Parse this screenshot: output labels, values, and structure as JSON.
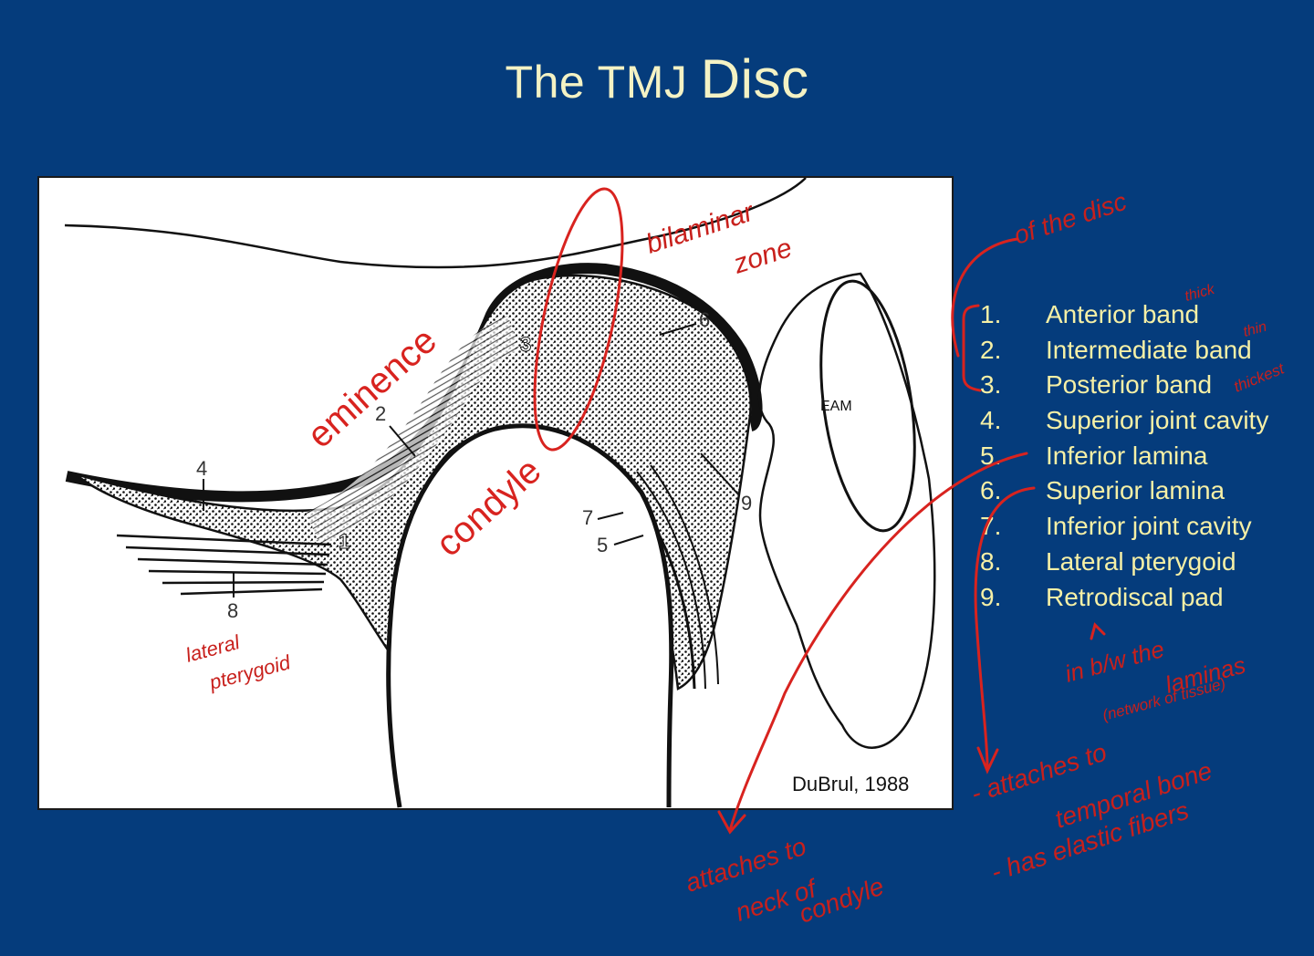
{
  "title": {
    "prefix": "The TMJ",
    "suffix": "Disc"
  },
  "figure": {
    "credit": "DuBrul, 1988",
    "eam_label": "EAM",
    "callout_numbers": [
      "2",
      "3",
      "4",
      "6",
      "7",
      "5",
      "9",
      "8",
      "1"
    ]
  },
  "legend": {
    "items": [
      {
        "num": "1.",
        "label": "Anterior band"
      },
      {
        "num": "2.",
        "label": "Intermediate band"
      },
      {
        "num": "3.",
        "label": "Posterior band"
      },
      {
        "num": "4.",
        "label": "Superior joint cavity"
      },
      {
        "num": "5.",
        "label": "Inferior lamina"
      },
      {
        "num": "6.",
        "label": "Superior lamina"
      },
      {
        "num": "7.",
        "label": "Inferior joint cavity"
      },
      {
        "num": "8.",
        "label": "Lateral pterygoid"
      },
      {
        "num": "9.",
        "label": "Retrodiscal pad"
      }
    ]
  },
  "annotations": {
    "eminence": "eminence",
    "condyle": "condyle",
    "bilaminar_1": "bilaminar",
    "bilaminar_2": "zone",
    "lateral_1": "lateral",
    "lateral_2": "pterygoid",
    "of_the_disc": "of the disc",
    "thick": "thick",
    "thin": "thin",
    "thickest": "thickest",
    "between_1": "in b/w the",
    "between_2": "laminas",
    "between_3": "(network of tissue)",
    "attaches_1": "attaches to",
    "attaches_2": "neck of",
    "attaches_3": "condyle",
    "temporal_1": "- attaches to",
    "temporal_2": "temporal bone",
    "temporal_3": "- has elastic fibers"
  },
  "colors": {
    "background": "#053c7c",
    "title_text": "#f4f2c4",
    "legend_text": "#f6f0a6",
    "annotation_red": "#d8231f",
    "figure_ink": "#111111"
  }
}
